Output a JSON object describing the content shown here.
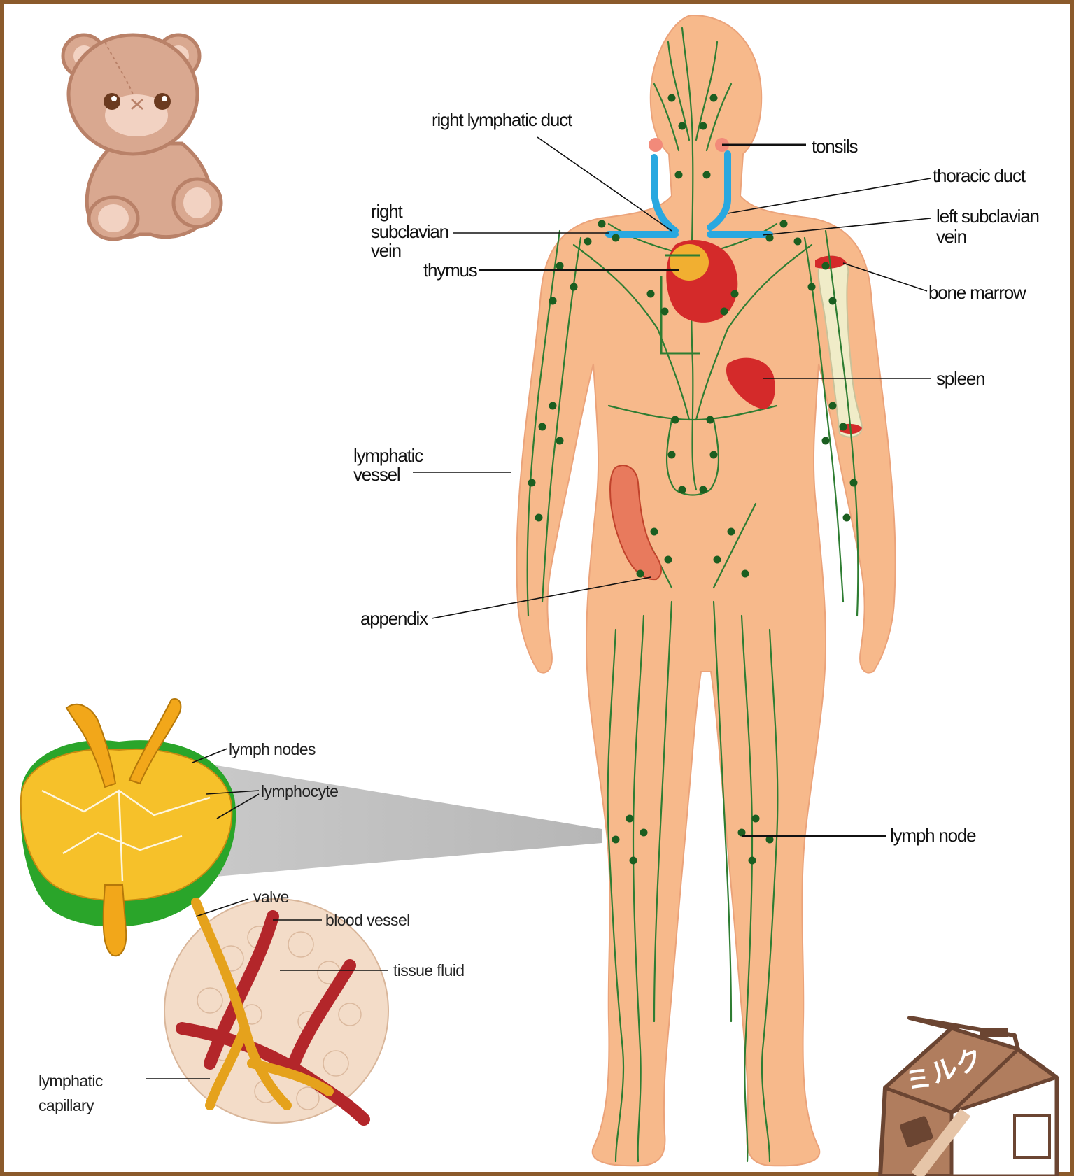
{
  "colors": {
    "frame": "#8b5a2b",
    "skin": "#f7b98b",
    "lymph_vessel": "#2e7d32",
    "lymph_node": "#1b5e20",
    "vein": "#29a8e0",
    "heart": "#d42a2a",
    "thymus": "#f2b632",
    "spleen": "#d42a2a",
    "bone": "#f0ecc8",
    "node_interior": "#f6c12a",
    "node_capsule": "#2aa52a",
    "leader_line": "#111111"
  },
  "body_labels": {
    "right_lymphatic_duct": "right lymphatic duct",
    "tonsils": "tonsils",
    "thoracic_duct": "thoracic duct",
    "right_subclavian_vein_1": "right",
    "right_subclavian_vein_2": "subclavian",
    "right_subclavian_vein_3": "vein",
    "left_subclavian_vein_1": "left subclavian",
    "left_subclavian_vein_2": "vein",
    "thymus": "thymus",
    "bone_marrow": "bone marrow",
    "spleen": "spleen",
    "lymphatic_vessel_1": "lymphatic",
    "lymphatic_vessel_2": "vessel",
    "appendix": "appendix",
    "lymph_node": "lymph node"
  },
  "inset_labels": {
    "lymph_nodes": "lymph nodes",
    "lymphocyte": "lymphocyte",
    "valve": "valve",
    "blood_vessel": "blood vessel",
    "tissue_fluid": "tissue fluid",
    "lymphatic_capillary_1": "lymphatic",
    "lymphatic_capillary_2": "capillary"
  },
  "stickers": {
    "teddy_bear": "teddy-bear-icon",
    "milk_carton": "milk-carton-icon",
    "milk_text": "ミルク"
  }
}
